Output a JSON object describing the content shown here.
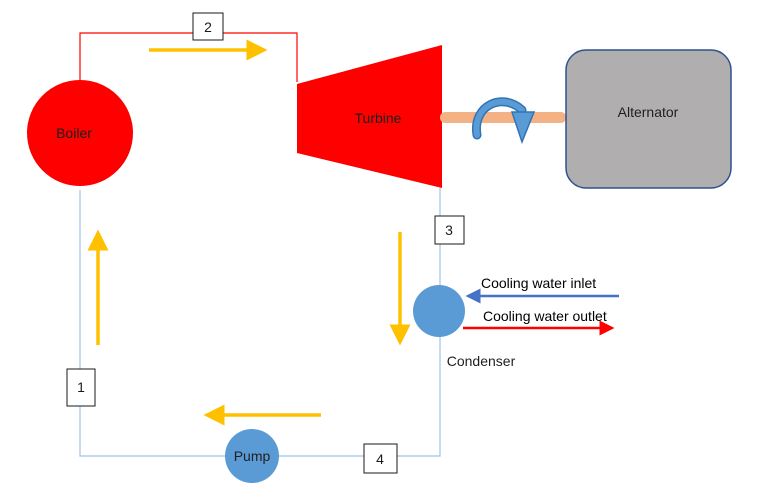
{
  "components": {
    "boiler": "Boiler",
    "turbine": "Turbine",
    "alternator": "Alternator",
    "pump": "Pump",
    "condenser": "Condenser"
  },
  "state_points": [
    "1",
    "2",
    "3",
    "4"
  ],
  "cooling": {
    "inlet_label": "Cooling water inlet",
    "outlet_label": "Cooling water outlet"
  },
  "colors": {
    "boiler": "#ff0000",
    "turbine": "#ff0000",
    "alternator": "#b0aeae",
    "pump": "#5b9bd5",
    "condenser": "#5b9bd5",
    "flow_arrow": "#ffc000",
    "shaft": "#f4b183",
    "hot_line": "#ff0000",
    "cold_line": "#9dc3e6",
    "inlet_arrow": "#4472c4",
    "outlet_arrow": "#ff0000"
  }
}
